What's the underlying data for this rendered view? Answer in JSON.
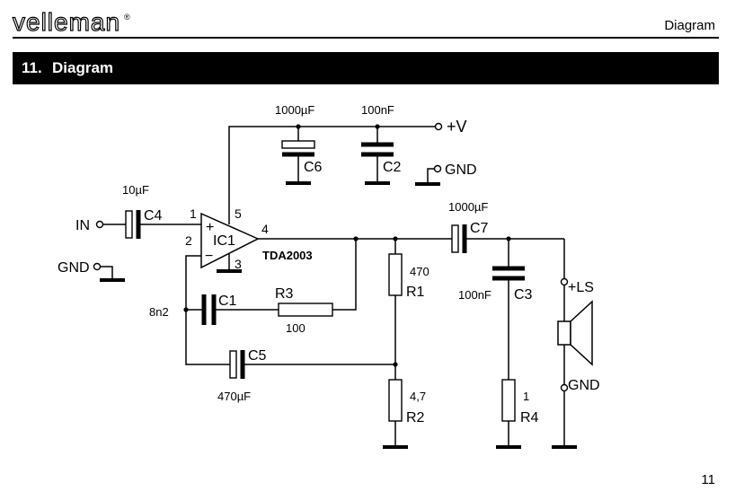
{
  "header": {
    "brand": "velleman",
    "brand_mark": "®",
    "section": "Diagram"
  },
  "section": {
    "number": "11.",
    "title": "Diagram"
  },
  "page_number": "11",
  "schematic": {
    "c6": {
      "name": "C6",
      "value": "1000µF"
    },
    "c2": {
      "name": "C2",
      "value": "100nF"
    },
    "supply": "+V",
    "gnd_top": "GND",
    "c4": {
      "name": "C4",
      "value": "10µF"
    },
    "input": "IN",
    "gnd_in": "GND",
    "ic": {
      "name": "IC1",
      "part": "TDA2003",
      "pin1": "1",
      "pin2": "2",
      "pin3": "3",
      "pin4": "4",
      "pin5": "5",
      "plus": "+",
      "minus": "−"
    },
    "c7": {
      "name": "C7",
      "value": "1000µF"
    },
    "r1": {
      "name": "R1",
      "value": "470"
    },
    "c3": {
      "name": "C3",
      "value": "100nF"
    },
    "ls_plus": "+LS",
    "ls_gnd": "GND",
    "c1": {
      "name": "C1",
      "value": "8n2"
    },
    "r3": {
      "name": "R3",
      "value": "100"
    },
    "c5": {
      "name": "C5",
      "value": "470µF"
    },
    "r2": {
      "name": "R2",
      "value": "4,7"
    },
    "r4": {
      "name": "R4",
      "value": "1"
    }
  }
}
